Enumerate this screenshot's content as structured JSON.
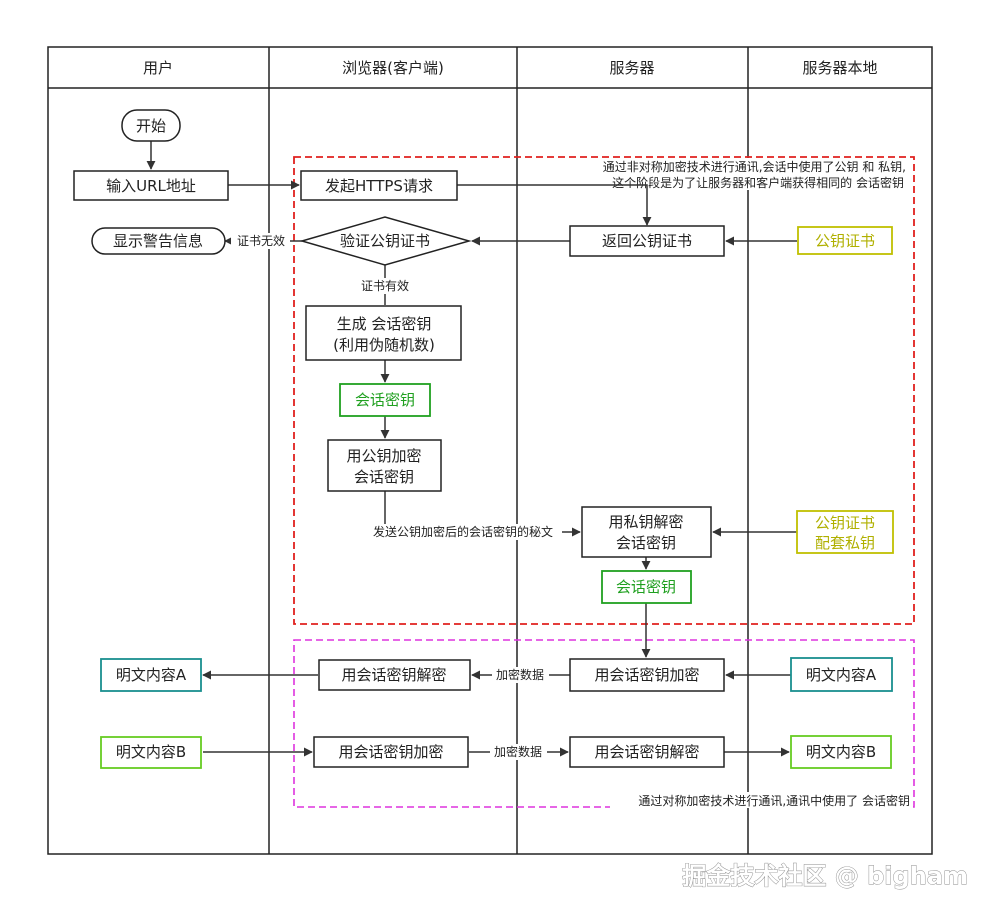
{
  "lanes": [
    "用户",
    "浏览器(客户端)",
    "服务器",
    "服务器本地"
  ],
  "nodes": {
    "start": "开始",
    "input_url": "输入URL地址",
    "https_request": "发起HTTPS请求",
    "show_warning": "显示警告信息",
    "verify_cert": "验证公钥证书",
    "return_cert": "返回公钥证书",
    "cert_local": "公钥证书",
    "gen_key_line1": "生成  会话密钥",
    "gen_key_line2": "(利用伪随机数)",
    "session_key_client": "会话密钥",
    "encrypt_pub_line1": "用公钥加密",
    "encrypt_pub_line2": "会话密钥",
    "decrypt_priv_line1": "用私钥解密",
    "decrypt_priv_line2": "会话密钥",
    "cert_pair_line1": "公钥证书",
    "cert_pair_line2": "配套私钥",
    "session_key_server": "会话密钥",
    "plain_a_user": "明文内容A",
    "client_decrypt": "用会话密钥解密",
    "server_encrypt": "用会话密钥加密",
    "plain_a_server": "明文内容A",
    "plain_b_user": "明文内容B",
    "client_encrypt": "用会话密钥加密",
    "server_decrypt": "用会话密钥解密",
    "plain_b_server": "明文内容B"
  },
  "edge_labels": {
    "cert_invalid": "证书无效",
    "cert_valid": "证书有效",
    "send_encrypted": "发送公钥加密后的会话密钥的秘文",
    "encrypted_data_1": "加密数据",
    "encrypted_data_2": "加密数据"
  },
  "notes": {
    "asym_line1": "通过非对称加密技术进行通讯,会话中使用了公钥 和 私钥,",
    "asym_line2": "这个阶段是为了让服务器和客户端获得相同的 会话密钥",
    "sym": "通过对称加密技术进行通讯,通讯中使用了 会话密钥"
  },
  "watermark": "掘金技术社区 @ bigham",
  "colors": {
    "red_dash": "#e0201e",
    "magenta_dash": "#dd33dd",
    "green": "#20a020",
    "olive": "#c0c000",
    "teal": "#1a8f8f",
    "lime": "#66cc22"
  }
}
